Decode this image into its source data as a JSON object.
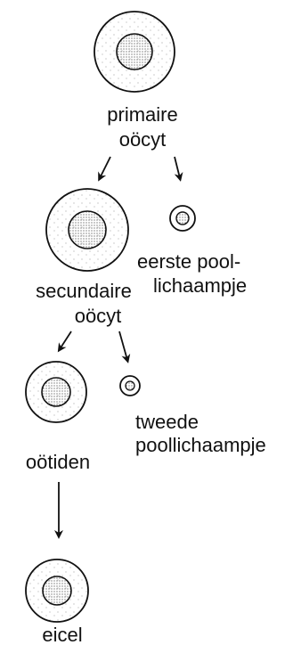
{
  "diagram": {
    "nodes": {
      "primary_oocyte": {
        "label_line1": "primaire",
        "label_line2": "oöcyt"
      },
      "first_polar_body": {
        "label_line1": "eerste pool-",
        "label_line2": "lichaampje"
      },
      "secondary_oocyte": {
        "label_line1": "secundaire",
        "label_line2": "oöcyt"
      },
      "second_polar_body": {
        "label_line1": "tweede",
        "label_line2": "poollichaampje"
      },
      "ootid": {
        "label": "oötiden"
      },
      "egg": {
        "label": "eicel"
      }
    },
    "colors": {
      "ink": "#111111",
      "stipple": "#555555",
      "background": "#ffffff"
    }
  }
}
